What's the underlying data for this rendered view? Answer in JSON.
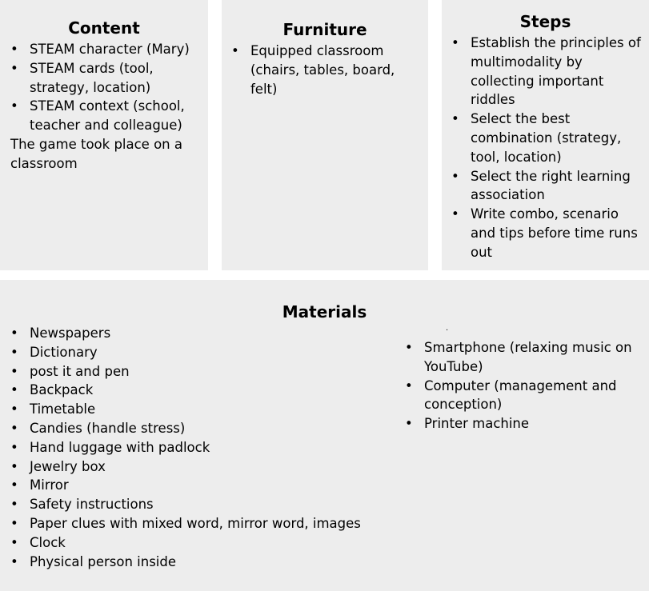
{
  "content": {
    "title": "Content",
    "items": [
      "STEAM character (Mary)",
      "STEAM cards (tool, strategy, location)",
      "STEAM context (school, teacher and colleague)"
    ],
    "after_text": "The game took place on a classroom"
  },
  "furniture": {
    "title": "Furniture",
    "items": [
      "Equipped classroom (chairs, tables, board, felt)"
    ]
  },
  "steps": {
    "title": "Steps",
    "items": [
      "Establish the principles of multimodality by collecting important riddles",
      "Select the best combination (strategy, tool, location)",
      "Select the right learning association",
      "Write combo, scenario and tips before time runs out"
    ]
  },
  "materials": {
    "title": "Materials",
    "left_items": [
      "Newspapers",
      "Dictionary",
      "post it and pen",
      "Backpack",
      "Timetable",
      "Candies (handle stress)",
      "Hand luggage with padlock",
      "Jewelry box",
      "Mirror",
      "Safety instructions",
      "Paper clues with mixed word, mirror word, images",
      "Clock",
      "Physical person inside"
    ],
    "right_items": [
      "Smartphone (relaxing music on YouTube)",
      "Computer (management and conception)",
      "Printer machine"
    ]
  },
  "bullet": "•",
  "colors": {
    "panel_bg": "#ededed",
    "gap": "#ffffff",
    "text": "#000000"
  }
}
